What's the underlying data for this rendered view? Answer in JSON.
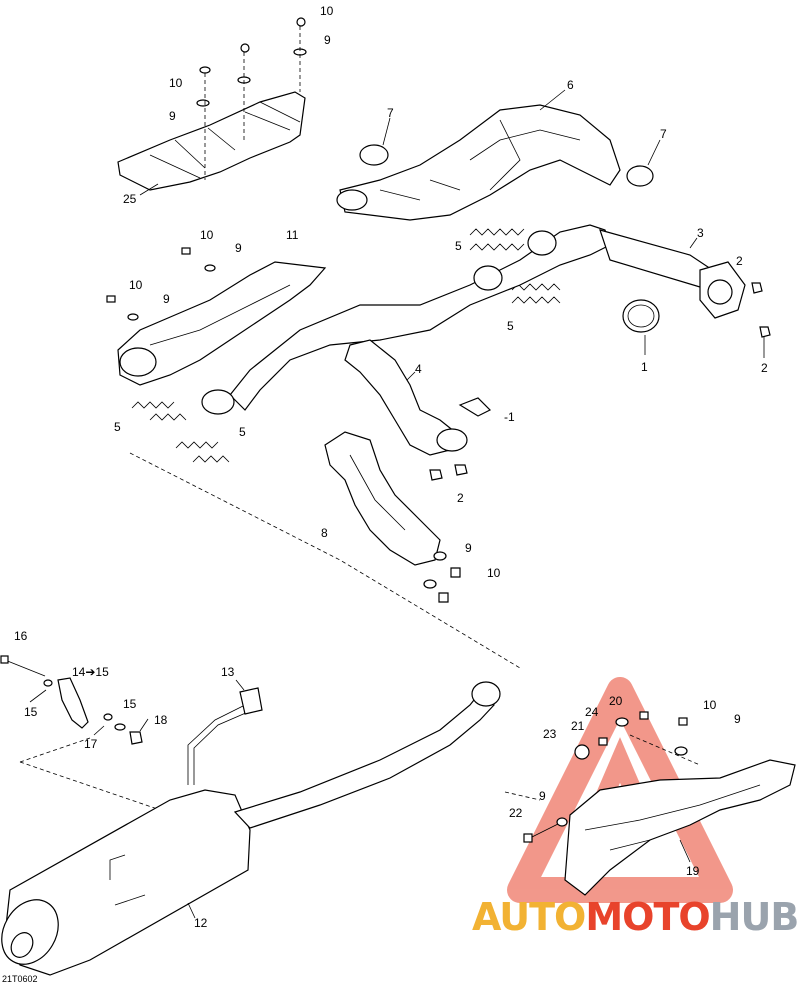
{
  "diagram": {
    "drawing_code": "21T0602",
    "callouts": {
      "c1": "1",
      "c1b": "-1",
      "c2": "2",
      "c3": "3",
      "c4": "4",
      "c5": "5",
      "c6": "6",
      "c7": "7",
      "c8": "8",
      "c9": "9",
      "c10": "10",
      "c11": "11",
      "c12": "12",
      "c13": "13",
      "c14": "14➔15",
      "c15": "15",
      "c16": "16",
      "c17": "17",
      "c18": "18",
      "c19": "19",
      "c20": "20",
      "c21": "21",
      "c22": "22",
      "c23": "23",
      "c24": "24",
      "c25": "25"
    }
  },
  "watermark": {
    "part1": "AUTO",
    "part2": "MOTO",
    "part3": "HUB",
    "colors": {
      "orange": "#f2b233",
      "red": "#e8432b",
      "gray": "#9aa3ad"
    }
  }
}
